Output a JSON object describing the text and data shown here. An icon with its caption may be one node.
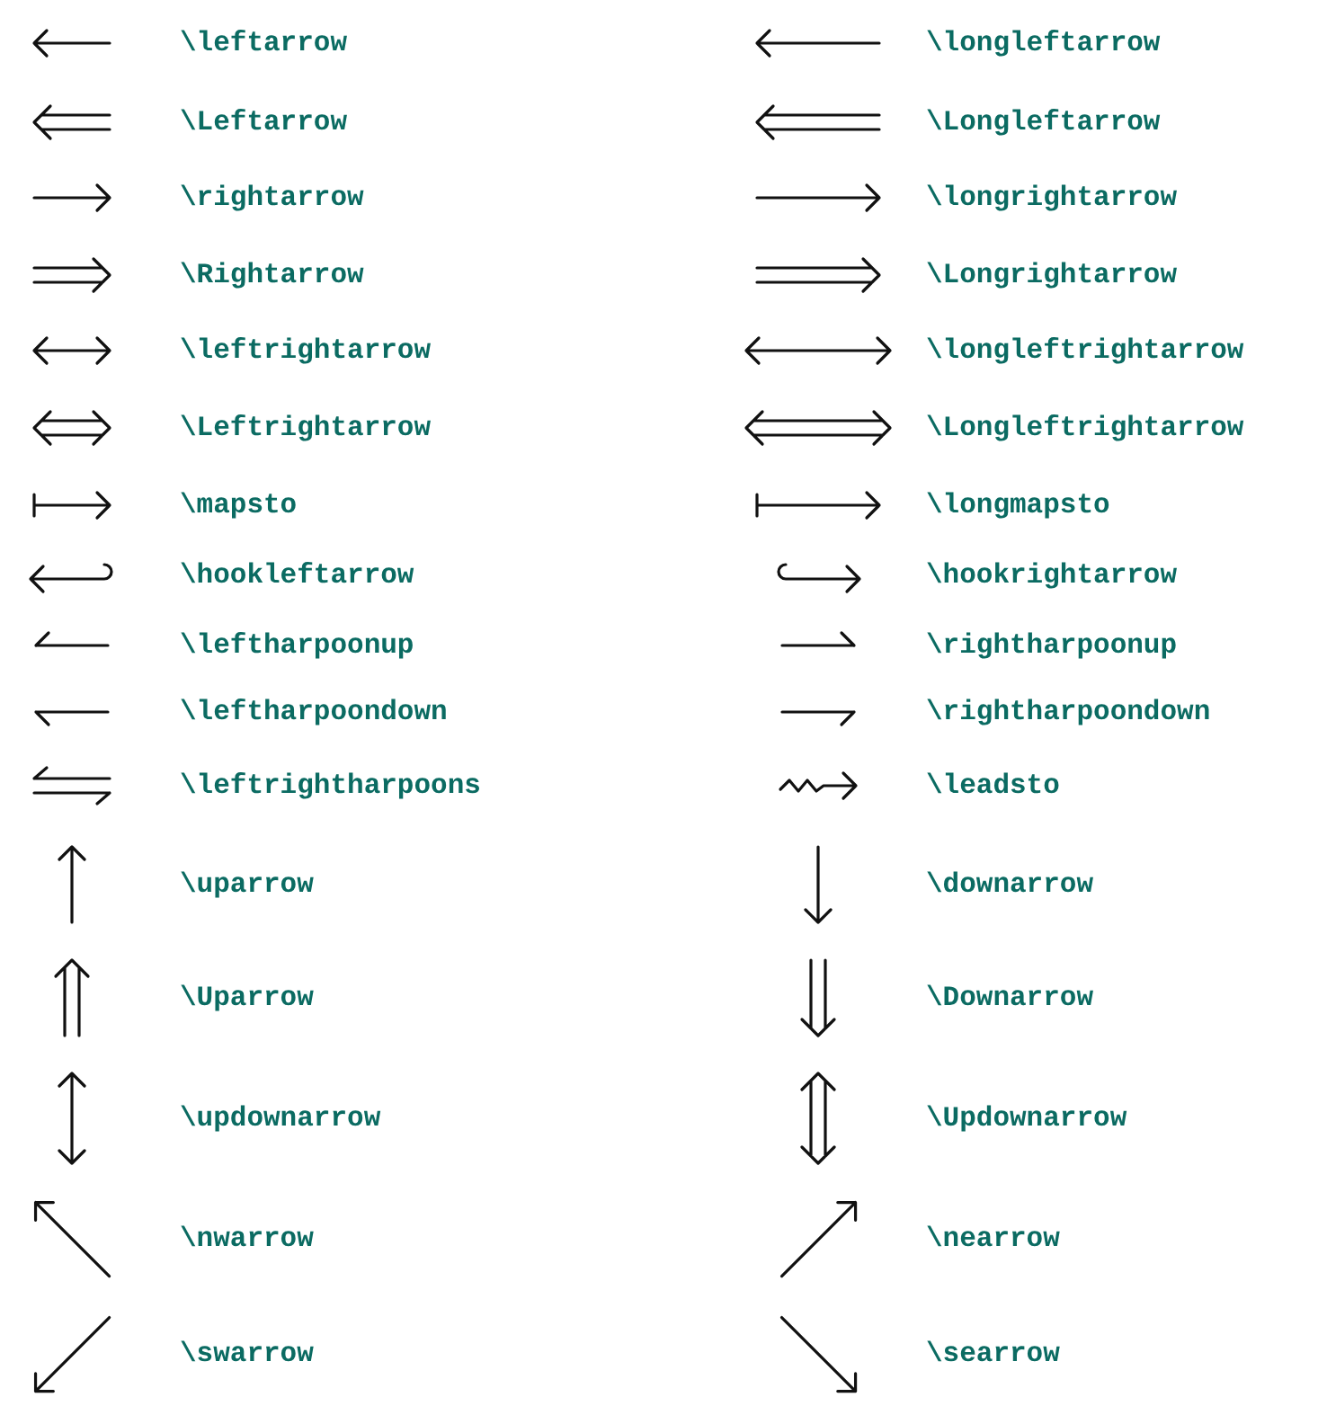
{
  "diagram": {
    "labels": [
      "\\leftarrow",
      "\\longleftarrow",
      "\\Leftarrow",
      "\\Longleftarrow",
      "\\rightarrow",
      "\\longrightarrow",
      "\\Rightarrow",
      "\\Longrightarrow",
      "\\leftrightarrow",
      "\\longleftrightarrow",
      "\\Leftrightarrow",
      "\\Longleftrightarrow",
      "\\mapsto",
      "\\longmapsto",
      "\\hookleftarrow",
      "\\hookrightarrow",
      "\\leftharpoonup",
      "\\rightharpoonup",
      "\\leftharpoondown",
      "\\rightharpoondown",
      "\\leftrightharpoons",
      "\\leadsto",
      "\\uparrow",
      "\\downarrow",
      "\\Uparrow",
      "\\Downarrow",
      "\\updownarrow",
      "\\Updownarrow",
      "\\nwarrow",
      "\\nearrow",
      "\\swarrow",
      "\\searrow"
    ]
  }
}
